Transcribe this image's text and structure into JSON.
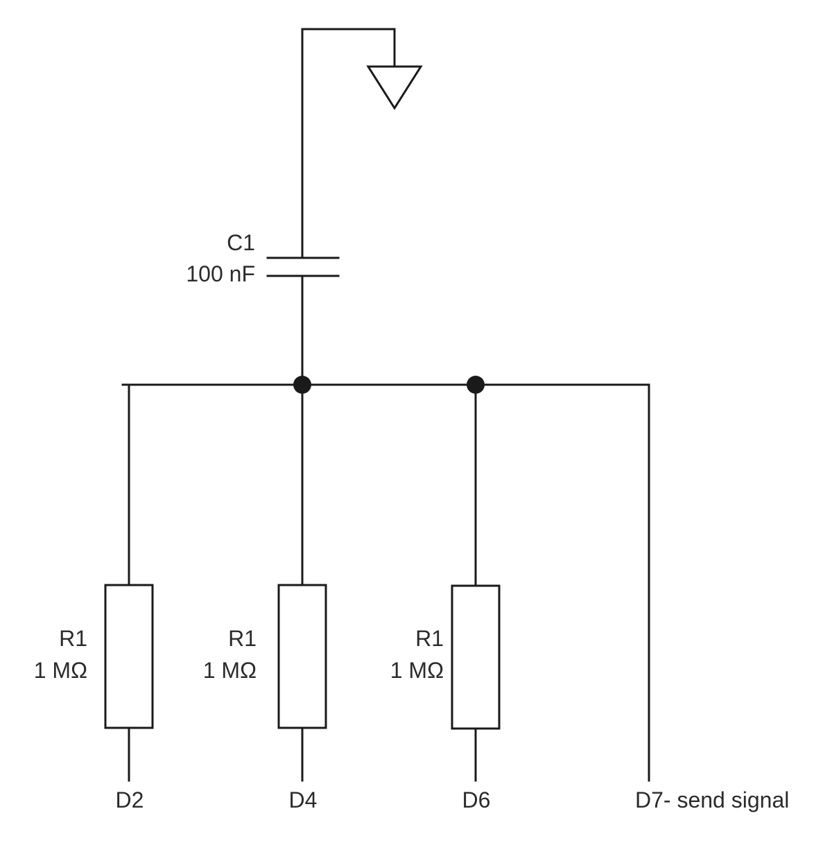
{
  "capacitor": {
    "ref": "C1",
    "value": "100 nF"
  },
  "resistors": [
    {
      "ref": "R1",
      "value": "1 MΩ",
      "pin": "D2"
    },
    {
      "ref": "R1",
      "value": "1 MΩ",
      "pin": "D4"
    },
    {
      "ref": "R1",
      "value": "1 MΩ",
      "pin": "D6"
    }
  ],
  "signal_pin": "D7- send signal",
  "colors": {
    "ink": "#1a1a1a",
    "text": "#2b2b2b",
    "background": "#ffffff"
  },
  "symbols": [
    "ground-symbol",
    "capacitor-symbol",
    "resistor-symbol",
    "junction-dot"
  ]
}
